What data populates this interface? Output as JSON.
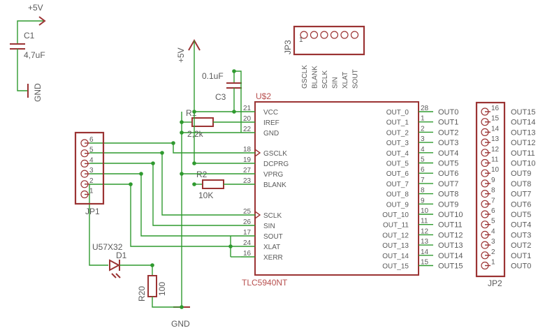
{
  "power": {
    "vcc": "+5V",
    "gnd": "GND"
  },
  "c1": {
    "name": "C1",
    "value": "4,7uF"
  },
  "c3": {
    "name": "C3",
    "value": "0.1uF"
  },
  "r1": {
    "name": "R1",
    "value": "2,2k"
  },
  "r2": {
    "name": "R2",
    "value": "10K"
  },
  "r20": {
    "name": "R20",
    "value": "100"
  },
  "d1": {
    "name": "D1",
    "value": "U57X32"
  },
  "ic": {
    "name": "U$2",
    "value": "TLC5940NT",
    "left_pins": [
      {
        "label": "VCC",
        "num": "21"
      },
      {
        "label": "IREF",
        "num": "20"
      },
      {
        "label": "GND",
        "num": "22"
      },
      {
        "label": "GSCLK",
        "num": "18"
      },
      {
        "label": "DCPRG",
        "num": "19"
      },
      {
        "label": "VPRG",
        "num": "27"
      },
      {
        "label": "BLANK",
        "num": "23"
      },
      {
        "label": "SCLK",
        "num": "25"
      },
      {
        "label": "SIN",
        "num": "26"
      },
      {
        "label": "SOUT",
        "num": "17"
      },
      {
        "label": "XLAT",
        "num": "24"
      },
      {
        "label": "XERR",
        "num": "16"
      }
    ],
    "right_pins": [
      {
        "label": "OUT_0",
        "num": "28",
        "net": "OUT0"
      },
      {
        "label": "OUT_1",
        "num": "1",
        "net": "OUT1"
      },
      {
        "label": "OUT_2",
        "num": "2",
        "net": "OUT2"
      },
      {
        "label": "OUT_3",
        "num": "3",
        "net": "OUT3"
      },
      {
        "label": "OUT_4",
        "num": "4",
        "net": "OUT4"
      },
      {
        "label": "OUT_5",
        "num": "5",
        "net": "OUT5"
      },
      {
        "label": "OUT_6",
        "num": "6",
        "net": "OUT6"
      },
      {
        "label": "OUT_7",
        "num": "7",
        "net": "OUT7"
      },
      {
        "label": "OUT_8",
        "num": "8",
        "net": "OUT8"
      },
      {
        "label": "OUT_9",
        "num": "9",
        "net": "OUT9"
      },
      {
        "label": "OUT_10",
        "num": "10",
        "net": "OUT10"
      },
      {
        "label": "OUT_11",
        "num": "11",
        "net": "OUT11"
      },
      {
        "label": "OUT_12",
        "num": "12",
        "net": "OUT12"
      },
      {
        "label": "OUT_13",
        "num": "13",
        "net": "OUT13"
      },
      {
        "label": "OUT_14",
        "num": "14",
        "net": "OUT14"
      },
      {
        "label": "OUT_15",
        "num": "15",
        "net": "OUT15"
      }
    ]
  },
  "jp1": {
    "name": "JP1",
    "pin_numbers": [
      "6",
      "5",
      "4",
      "3",
      "2",
      "1"
    ]
  },
  "jp2": {
    "name": "JP2",
    "pin_numbers": [
      "16",
      "15",
      "14",
      "13",
      "12",
      "11",
      "10",
      "9",
      "8",
      "7",
      "6",
      "5",
      "4",
      "3",
      "2",
      "1"
    ],
    "nets": [
      "OUT15",
      "OUT14",
      "OUT13",
      "OUT12",
      "OUT11",
      "OUT10",
      "OUT9",
      "OUT8",
      "OUT7",
      "OUT6",
      "OUT5",
      "OUT4",
      "OUT3",
      "OUT2",
      "OUT1",
      "OUT0"
    ]
  },
  "jp3": {
    "name": "JP3",
    "signals": [
      "GSCLK",
      "BLANK",
      "SCLK",
      "SIN",
      "XLAT",
      "SOUT"
    ]
  }
}
